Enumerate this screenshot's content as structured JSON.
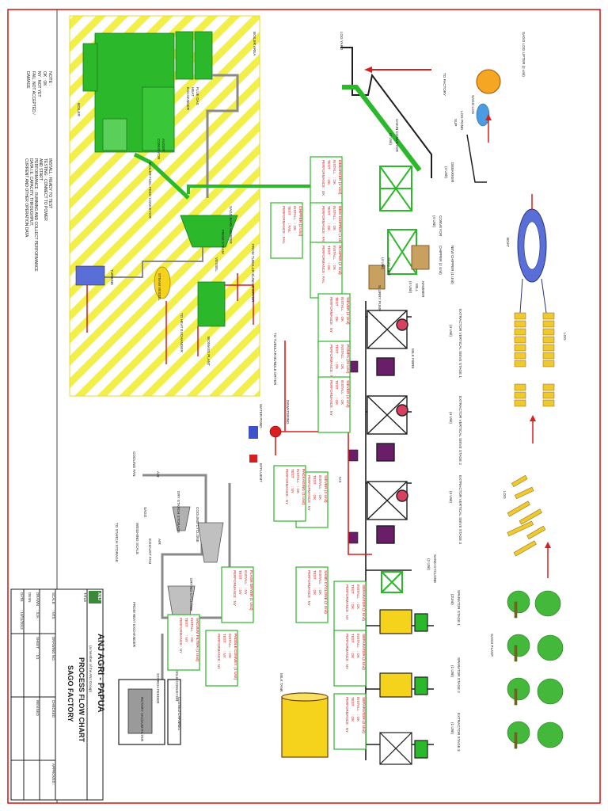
{
  "colors": {
    "frame": "#d62020",
    "pipe_green": "#2bb82b",
    "box_green": "#3cc03c",
    "hatch": "#f2ee4a",
    "pipe_red": "#d81e1e",
    "pipe_gray": "#8a8a8a",
    "vessel_purple": "#6a1e6a",
    "tank_yellow": "#f5d21c",
    "palm_green": "#43b83a",
    "log_yellow": "#f0c830",
    "status_text": "#e01515",
    "box_text": "#c01010"
  },
  "note": {
    "title": "NOTE :",
    "lines": [
      "OK : OK",
      "NY : NOT YET",
      "FAIL: NOT ACCEPTED /",
      "DAMAGE"
    ],
    "legend": [
      "INSTALL : READY TO TEST",
      "TESTING : CONNECT TO POWER",
      "AND START",
      "PERFORMANCE : RUNNING AND COLLECT PERFORMANCE",
      "DATA I.E. CAPACITY, THROUGHPUT,",
      "CURRENT AND OTHER OPERATION DATA"
    ]
  },
  "labels": {
    "sago_log_lifter": "SAGO LOG LIFTER (2 unit)",
    "sago_log": "SAGO LOG",
    "log_pond": "LOG POND",
    "sup": "SUP",
    "to_factory": "TO FACTORY",
    "log_yard": "LOG YARD",
    "boat": "BOAT",
    "log": "LOG",
    "log_top": "LOG",
    "sago_plant": "SAGO PLANT",
    "chain_conveyor": "CHAIN CONVEYOR",
    "chain_conveyor_units": "(4 Unit)",
    "debarker": "DEBARKER",
    "debarker_units": "(4 Unit)",
    "conveyor": "CONVEYOR",
    "conveyor_units": "(4 Unit)",
    "new_chipper": "NEW CHIPPER (1 Unit)",
    "rasper": "RASPER",
    "chipper": "CHIPPER (2 Unit)",
    "hammer_mill": "HAMMER",
    "hammer_mill_2": "MILL",
    "hammer_units": "(4 Unit)",
    "slurry_tank": "Slurry Tank",
    "slurry_units": "(4 Unit)",
    "slurry_pump": "SLURRY PUMP",
    "extractor_1": "EXTRACTOR VERTICAL SIEVE STAGE 1",
    "extractor_1_units": "(4 Unit)",
    "extractor_2": "EXTRACTOR VERTICAL SIEVE STAGE 2",
    "extractor_2_units": "(4 Unit)",
    "extractor_3": "EXTRACTOR VERTICAL SIEVE STAGE 3",
    "extractor_3_units": "(4 Unit)",
    "milk_fibre": "MILK FIBRE",
    "sand_cyclone": "SAND CYCLONE",
    "sand_cyclone_units": "(2 Unit)",
    "separator_1": "SPARATOR STAGE 1",
    "separator_1_units": "(2Unit)",
    "separator_2": "SPARATOR STAGE 2",
    "separator_2_units": "(1 Unit)",
    "separator_3": "EXTRACTOR STAGE 3",
    "separator_3_units": "(1 Unit)",
    "milk_tank": "MILK TANK",
    "dewatering": "DEWATERING",
    "water_pond": "WATER POND",
    "effluent": "EFFLUENT",
    "to_tubular_bundle_dryer": "TO TUBULAR BUNDLE DRYER",
    "ivs": "IVS",
    "boiler": "BOILER",
    "flue_gas_heat_exchanger": "FLUE GAS",
    "flue_gas_2": "HEAT",
    "flue_gas_3": "EXCHANGER",
    "auger_conveyor": "AUGER",
    "auger_conveyor_2": "CONVEYOR",
    "boiler_fuel_feed": "BOILER FUEL FEED CONVEYOR",
    "sago_bark_hopper": "SAGO BARK HOPPER",
    "from_steam": "FROM STEAM",
    "vessel": "VESSEL",
    "from_tubular_bundle_dryer": "FROM TUBULAR BUNDLE DRYER",
    "biomass_plant": "BIOMASS PLANT",
    "to_heat_exchanger": "TO HEAT EXCHANGER",
    "steam_vessel": "STEAM VESSEL",
    "turbine": "TURBINE",
    "hatch_label": "BOILER AREA",
    "cooling_fan": "COOLING FAN",
    "air": "AIR",
    "sago": "SAGO",
    "dry_starch_storage": "DRY STARCH STORAGE",
    "cooling_cyclone": "COOLING CYCLONE",
    "weighing_scale": "WEIGHING SCALE",
    "to_starch_storage": "TO STARCH STORAGE",
    "exhaust_fan": "EXHAUST FAN",
    "air_2": "AIR",
    "drying_cyclone": "DRYING CYCLONE",
    "flash_dryer": "FLASH DRYER",
    "from_heat_exchanger": "FROM HEAT EXCHANGER",
    "starch_feeder": "STARCH FEEDER",
    "paddle_conveyor": "PADDLE CONVEYOR",
    "rotary_vacuum_filter": "ROTARY VACUUM FILTER",
    "closed_channel": "CLOSED CHANNEL"
  },
  "status_boxes": [
    {
      "title": "DEBARKER (4 Unit)",
      "lines": [
        "INSTALL",
        ": OK",
        "TEST",
        ": OK",
        "PERFORMANCE : OK"
      ]
    },
    {
      "title": "NEW CHIPPER (1 Unit)",
      "lines": [
        "INSTALL",
        ": OK",
        "TEST",
        ": OK",
        "PERFORMANCE : FAIL"
      ]
    },
    {
      "title": "RASPER (2 Unit)",
      "lines": [
        "INSTALL",
        ": OK",
        "TEST",
        ": OK",
        "PERFORMANCE : FAIL"
      ]
    },
    {
      "title": "CHIPPER (2 Unit)",
      "lines": [
        "INSTALL",
        ": OK",
        "TEST",
        ": FAIL",
        "PERFORMANCE : FAIL"
      ]
    },
    {
      "title": "SIEVER (4 Unit)",
      "lines": [
        "INSTALL",
        ": OK",
        "TEST",
        ": OK",
        "PERFORMANCE : NY"
      ]
    },
    {
      "title": "POMPA (28 Unit)",
      "lines": [
        "INSTALL",
        ": OK",
        "TEST",
        ": OK",
        "PERFORMANCE : NY"
      ]
    },
    {
      "title": "SIEVER (4 Unit)",
      "lines": [
        "INSTALL",
        ": OK",
        "TEST",
        ": OK",
        "PERFORMANCE : NY"
      ]
    },
    {
      "title": "SIEVER (2 Unit)",
      "lines": [
        "INSTALL",
        ": OK",
        "TEST",
        ": OK",
        "PERFORMANCE : NY"
      ]
    },
    {
      "title": "PACKAGING (1 Unit)",
      "lines": [
        "INSTALL",
        ": OK",
        "TEST",
        ": NY",
        "PERFORMANCE : NY"
      ]
    },
    {
      "title": "SAND CYCLONE (2 Unit)",
      "lines": [
        "INSTALL",
        ": OK",
        "TEST",
        ": OK",
        "PERFORMANCE : NY"
      ]
    },
    {
      "title": "SEPARATOR (2 Unit)",
      "lines": [
        "INSTALL",
        ": OK",
        "TEST",
        ": OK",
        "PERFORMANCE : NY"
      ]
    },
    {
      "title": "FLASH DRYER (1 Unit)",
      "lines": [
        "INSTALL",
        ": NY",
        "TEST",
        ": NY",
        "PERFORMANCE : NY"
      ]
    },
    {
      "title": "SEPARATOR (2 Unit)",
      "lines": [
        "INSTALL",
        ": OK",
        "TEST",
        ": OK",
        "PERFORMANCE : NY"
      ]
    },
    {
      "title": "PADDLE CONVEY. (1 Unit)",
      "lines": [
        "INSTALL",
        ": OK",
        "TEST",
        ": NY",
        "PERFORMANCE : NY"
      ]
    },
    {
      "title": "SEPARATOR (2 Unit)",
      "lines": [
        "INSTALL",
        ": OK",
        "TEST",
        ": OK",
        "PERFORMANCE : NY"
      ]
    },
    {
      "title": "VACUUM FILTER (1 Unit)",
      "lines": [
        "INSTALL",
        ": OK",
        "TEST",
        ": NY",
        "PERFORMANCE : NY"
      ]
    }
  ],
  "title_block": {
    "company": "ANJ AGRI - PAPUA",
    "company_sub": "(a member of the ANJ Group)",
    "title_label": "TITLE",
    "title_1": "PROCESS FLOW CHART",
    "title_2": "SAGO FACTORY",
    "logo": "ANJ",
    "scale_label": "SCALE",
    "scale_value": ": NTS",
    "drawn_label": "DRAWN",
    "drawn_value": ": SJA",
    "date_label": "DATE",
    "date_value": ": 10/11/2013",
    "desn_label": "DESN",
    "drawing_no_label": "DRAWING NO.",
    "sheet_label": "SHEET",
    "sheet_value": ": 1/1",
    "checked_label": "CHECKED",
    "revised_label": "REVISED",
    "approved_label": "APPROVED :"
  }
}
